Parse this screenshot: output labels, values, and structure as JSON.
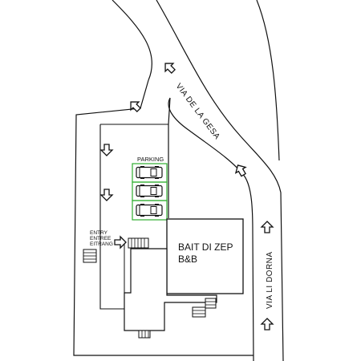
{
  "map": {
    "colors": {
      "background": "#ffffff",
      "line": "#111111",
      "parking_outline": "#2fae2f"
    },
    "roads": {
      "via_de_la_gesa": "VIA DE LA GESA",
      "via_li_dorna": "VIA LI DORNA"
    },
    "labels": {
      "parking": "PARKING",
      "entry_line1": "ENTRY",
      "entry_line2": "ENTREE",
      "entry_line3": "EITRANG",
      "building_line1": "BAIT DI ZEP",
      "building_line2": "B&B"
    },
    "parking_spaces": 3,
    "icons": {
      "arrow": "direction-arrow-icon",
      "car": "car-icon",
      "stairs": "stairs-icon"
    }
  }
}
